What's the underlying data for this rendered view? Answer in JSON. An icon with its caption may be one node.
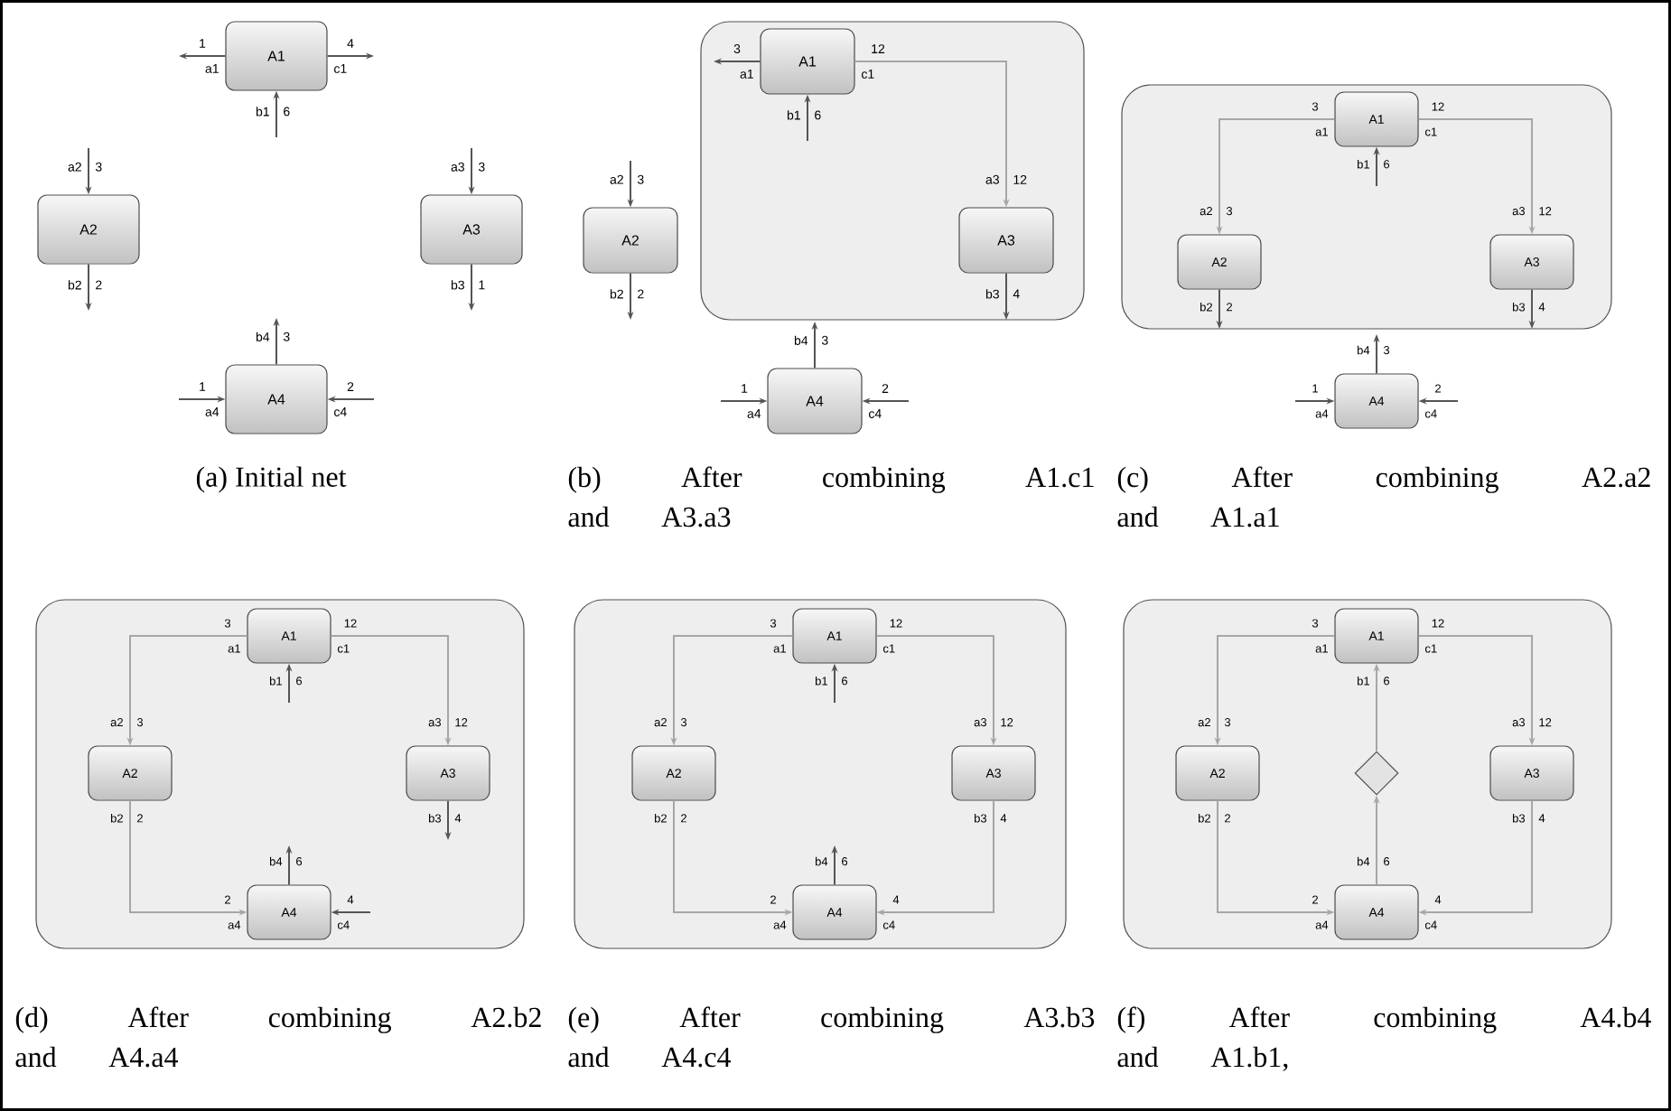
{
  "diagram": {
    "nodes": [
      {
        "text": [
          "A1"
        ],
        "beside": [
          "a1",
          "1",
          "c1",
          "4",
          "b1",
          "6"
        ]
      },
      {
        "text": [
          "A2"
        ],
        "beside": [
          "a2",
          "3",
          "b2",
          "2"
        ]
      },
      {
        "text": [
          "A3"
        ],
        "beside": [
          "a3",
          "3",
          "b3",
          "1"
        ]
      },
      {
        "text": [
          "A4"
        ],
        "beside": [
          "b4",
          "3",
          "a4",
          "1",
          "c4",
          "2"
        ]
      },
      {
        "text": [],
        "shape": "box"
      },
      {
        "text": [
          "A1"
        ],
        "in": 4,
        "beside": [
          "a1",
          "3",
          "c1",
          "12",
          "b1",
          "6"
        ]
      },
      {
        "text": [
          "A2"
        ],
        "beside": [
          "a2",
          "3",
          "b2",
          "2"
        ]
      },
      {
        "text": [
          "A3"
        ],
        "in": 4,
        "beside": [
          "a3",
          "12",
          "b3",
          "4"
        ]
      },
      {
        "text": [
          "A4"
        ],
        "beside": [
          "b4",
          "3",
          "a4",
          "1",
          "c4",
          "2"
        ]
      },
      {
        "text": [],
        "shape": "box"
      },
      {
        "text": [
          "A1"
        ],
        "in": 9,
        "beside": [
          "a1",
          "3",
          "c1",
          "12",
          "b1",
          "6"
        ]
      },
      {
        "text": [
          "A2"
        ],
        "in": 9,
        "beside": [
          "a2",
          "3",
          "b2",
          "2"
        ]
      },
      {
        "text": [
          "A3"
        ],
        "in": 9,
        "beside": [
          "a3",
          "12",
          "b3",
          "4"
        ]
      },
      {
        "text": [
          "A4"
        ],
        "beside": [
          "b4",
          "3",
          "a4",
          "1",
          "c4",
          "2"
        ]
      },
      {
        "text": [],
        "shape": "box"
      },
      {
        "text": [
          "A1"
        ],
        "in": 14,
        "beside": [
          "a1",
          "3",
          "c1",
          "12",
          "b1",
          "6"
        ]
      },
      {
        "text": [
          "A2"
        ],
        "in": 14,
        "beside": [
          "a2",
          "3",
          "b2",
          "2"
        ]
      },
      {
        "text": [
          "A3"
        ],
        "in": 14,
        "beside": [
          "a3",
          "12",
          "b3",
          "4"
        ]
      },
      {
        "text": [
          "A4"
        ],
        "in": 14,
        "beside": [
          "b4",
          "6",
          "a4",
          "2",
          "c4",
          "4"
        ]
      },
      {
        "text": [],
        "shape": "box"
      },
      {
        "text": [
          "A1"
        ],
        "in": 19,
        "beside": [
          "a1",
          "3",
          "c1",
          "12",
          "b1",
          "6"
        ]
      },
      {
        "text": [
          "A2"
        ],
        "in": 19,
        "beside": [
          "a2",
          "3",
          "b2",
          "2"
        ]
      },
      {
        "text": [
          "A3"
        ],
        "in": 19,
        "beside": [
          "a3",
          "12",
          "b3",
          "4"
        ]
      },
      {
        "text": [
          "A4"
        ],
        "in": 19,
        "beside": [
          "b4",
          "6",
          "a4",
          "2",
          "c4",
          "4"
        ]
      },
      {
        "text": [],
        "shape": "box"
      },
      {
        "text": [
          "A1"
        ],
        "in": 24,
        "beside": [
          "a1",
          "3",
          "c1",
          "12",
          "b1",
          "6"
        ]
      },
      {
        "text": [
          "A2"
        ],
        "in": 24,
        "beside": [
          "a2",
          "3",
          "b2",
          "2"
        ]
      },
      {
        "text": [],
        "shape": "diamond",
        "in": 24
      },
      {
        "text": [
          "A3"
        ],
        "in": 24,
        "beside": [
          "a3",
          "12",
          "b3",
          "4"
        ]
      },
      {
        "text": [
          "A4"
        ],
        "in": 24,
        "beside": [
          "b4",
          "6",
          "a4",
          "2",
          "c4",
          "4"
        ]
      }
    ],
    "edges": [
      {
        "from": 0,
        "to": null,
        "arrow": "to"
      },
      {
        "from": 0,
        "to": null,
        "arrow": "to"
      },
      {
        "from": null,
        "to": 0,
        "arrow": "to"
      },
      {
        "from": null,
        "to": 1,
        "arrow": "to"
      },
      {
        "from": 1,
        "to": null,
        "arrow": "to"
      },
      {
        "from": null,
        "to": 2,
        "arrow": "to"
      },
      {
        "from": 2,
        "to": null,
        "arrow": "to"
      },
      {
        "from": 3,
        "to": null,
        "arrow": "to"
      },
      {
        "from": null,
        "to": 3,
        "arrow": "to"
      },
      {
        "from": null,
        "to": 3,
        "arrow": "to"
      },
      {
        "from": 5,
        "to": null,
        "arrow": "to"
      },
      {
        "from": 5,
        "to": 7,
        "arrow": "to",
        "color": "#a6a6a6"
      },
      {
        "from": null,
        "to": 5,
        "arrow": "to"
      },
      {
        "from": null,
        "to": 6,
        "arrow": "to"
      },
      {
        "from": 6,
        "to": null,
        "arrow": "to"
      },
      {
        "from": 7,
        "to": null,
        "arrow": "to"
      },
      {
        "from": 8,
        "to": null,
        "arrow": "to"
      },
      {
        "from": null,
        "to": 8,
        "arrow": "to"
      },
      {
        "from": null,
        "to": 8,
        "arrow": "to"
      },
      {
        "from": 10,
        "to": 11,
        "arrow": "to",
        "color": "#a6a6a6"
      },
      {
        "from": 10,
        "to": 12,
        "arrow": "to",
        "color": "#a6a6a6"
      },
      {
        "from": null,
        "to": 10,
        "arrow": "to"
      },
      {
        "from": 11,
        "to": null,
        "arrow": "to"
      },
      {
        "from": 12,
        "to": null,
        "arrow": "to"
      },
      {
        "from": 13,
        "to": null,
        "arrow": "to"
      },
      {
        "from": null,
        "to": 13,
        "arrow": "to"
      },
      {
        "from": null,
        "to": 13,
        "arrow": "to"
      },
      {
        "from": 15,
        "to": 16,
        "arrow": "to",
        "color": "#a6a6a6"
      },
      {
        "from": 15,
        "to": 17,
        "arrow": "to",
        "color": "#a6a6a6"
      },
      {
        "from": null,
        "to": 15,
        "arrow": "to"
      },
      {
        "from": 16,
        "to": 18,
        "arrow": "to",
        "color": "#a6a6a6"
      },
      {
        "from": 17,
        "to": null,
        "arrow": "to"
      },
      {
        "from": 18,
        "to": null,
        "arrow": "to"
      },
      {
        "from": null,
        "to": 18,
        "arrow": "to"
      },
      {
        "from": 20,
        "to": 21,
        "arrow": "to",
        "color": "#a6a6a6"
      },
      {
        "from": 20,
        "to": 22,
        "arrow": "to",
        "color": "#a6a6a6"
      },
      {
        "from": null,
        "to": 20,
        "arrow": "to"
      },
      {
        "from": 21,
        "to": 23,
        "arrow": "to",
        "color": "#a6a6a6"
      },
      {
        "from": 22,
        "to": 23,
        "arrow": "to",
        "color": "#a6a6a6"
      },
      {
        "from": 23,
        "to": null,
        "arrow": "to"
      },
      {
        "from": 25,
        "to": 26,
        "arrow": "to",
        "color": "#a6a6a6"
      },
      {
        "from": 25,
        "to": 28,
        "arrow": "to",
        "color": "#a6a6a6"
      },
      {
        "from": 26,
        "to": 29,
        "arrow": "to",
        "color": "#a6a6a6"
      },
      {
        "from": 28,
        "to": 29,
        "arrow": "to",
        "color": "#a6a6a6"
      },
      {
        "from": 29,
        "to": 27,
        "arrow": "to",
        "color": "#a6a6a6"
      },
      {
        "from": 27,
        "to": 25,
        "arrow": "to",
        "color": "#a6a6a6"
      }
    ],
    "labels": [
      "(a) Initial net",
      "(b) After combining A1.c1 and A3.a3",
      "(c) After combining A2.a2 and A1.a1",
      "(d) After combining A2.b2 and A4.a4",
      "(e) After combining A3.b3 and A4.c4",
      "(f) After combining A4.b4 and A1.b1,"
    ]
  }
}
